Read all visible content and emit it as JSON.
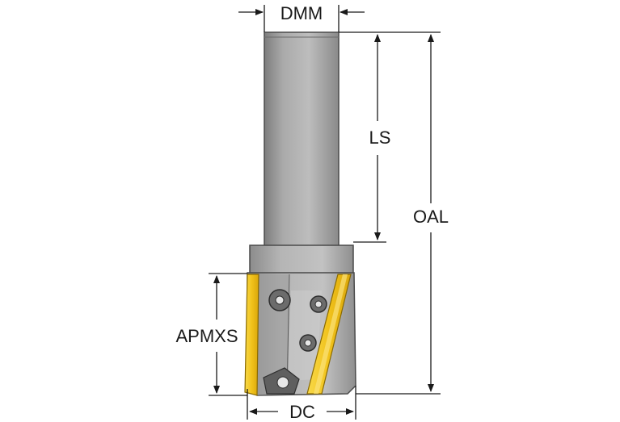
{
  "labels": {
    "dmm": "DMM",
    "ls": "LS",
    "oal": "OAL",
    "apmxs": "APMXS",
    "dc": "DC"
  },
  "colors": {
    "shank_dark": "#7b7b7b",
    "shank_mid": "#a3a3a3",
    "shank_light": "#c4c4c4",
    "insert_yellow": "#f2c41d",
    "insert_edge": "#b88d00",
    "outline": "#3a3a3a",
    "dimension_line": "#1a1a1a"
  }
}
